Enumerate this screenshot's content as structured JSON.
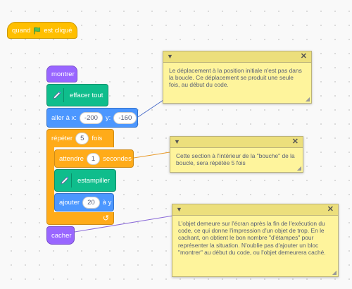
{
  "blocks": {
    "hat": {
      "label_before": "quand",
      "label_after": "est cliqué",
      "flag_icon": "green-flag-icon"
    },
    "show": {
      "label": "montrer"
    },
    "clear": {
      "label": "effacer tout",
      "icon": "pen-icon"
    },
    "goto": {
      "label_x": "aller à x:",
      "x_value": "-200",
      "label_y": "y:",
      "y_value": "-160"
    },
    "repeat": {
      "label_before": "répéter",
      "count": "5",
      "label_after": "fois"
    },
    "wait": {
      "label_before": "attendre",
      "seconds": "1",
      "label_after": "secondes"
    },
    "stamp": {
      "label": "estampiller",
      "icon": "pen-icon"
    },
    "change_y": {
      "label_before": "ajouter",
      "value": "20",
      "label_after": "à y"
    },
    "hide": {
      "label": "cacher"
    }
  },
  "comments": [
    {
      "text": "Le déplacement à la position initiale n'est pas dans la boucle. Ce déplacement se produit une seule fois, au début du code."
    },
    {
      "text": "Cette section à l'intérieur de la \"bouche\" de la boucle, sera répétée 5 fois"
    },
    {
      "text": "L'objet demeure sur l'écran après la fin de l'exécution du code, ce qui donne l'impression d'un objet de trop. En le cachant, on obtient le bon nombre \"d'étampes\" pour représenter la situation. N'oublie pas d'ajouter un bloc \"montrer\" au début du code, ou l'objet demeurera caché."
    }
  ],
  "colors": {
    "events": "#ffbf00",
    "looks": "#9966ff",
    "motion": "#4c97ff",
    "control": "#ffab19",
    "pen": "#0fbd8c",
    "comment": "#fef49c"
  }
}
